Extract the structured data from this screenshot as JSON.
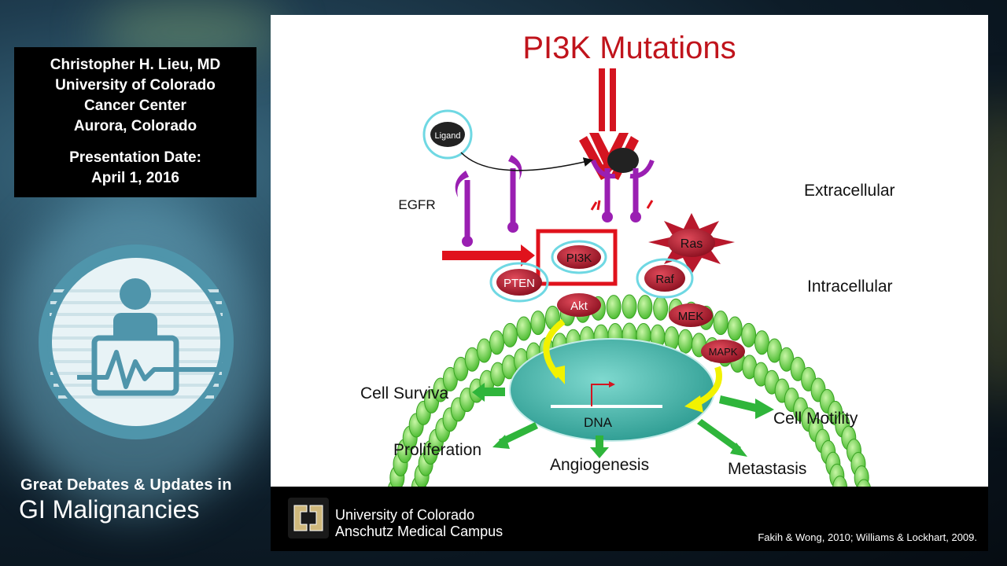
{
  "speaker": {
    "name": "Christopher H. Lieu, MD",
    "affiliation_line1": "University of Colorado",
    "affiliation_line2": "Cancer Center",
    "location": "Aurora, Colorado",
    "date_label": "Presentation Date:",
    "date_value": "April 1, 2016"
  },
  "conference": {
    "title": "Great Debates & Updates in",
    "subtitle": "GI Malignancies"
  },
  "slide": {
    "title": "PI3K Mutations",
    "labels": {
      "ligand": "Ligand",
      "egfr": "EGFR",
      "extracellular": "Extracellular",
      "intracellular": "Intracellular",
      "pi3k": "PI3K",
      "pten": "PTEN",
      "akt": "Akt",
      "ras": "Ras",
      "raf": "Raf",
      "mek": "MEK",
      "mapk": "MAPK",
      "dna": "DNA",
      "cell_survival": "Cell Surviva",
      "proliferation": "Proliferation",
      "angiogenesis": "Angiogenesis",
      "metastasis": "Metastasis",
      "cell_motility": "Cell Motility"
    },
    "colors": {
      "title": "#c0141c",
      "membrane": "#59d240",
      "protein": "#b0182c",
      "highlight": "#6fd8e3",
      "arrow_red": "#e0121c",
      "arrow_green": "#2fb53b",
      "arrow_yellow": "#f2f200",
      "nucleus": "#3aa8a0",
      "receptor": "#9a1fb2"
    }
  },
  "footer": {
    "university_line1": "University of Colorado",
    "university_line2": "Anschutz Medical Campus",
    "citation": "Fakih & Wong, 2010; Williams & Lockhart, 2009."
  }
}
